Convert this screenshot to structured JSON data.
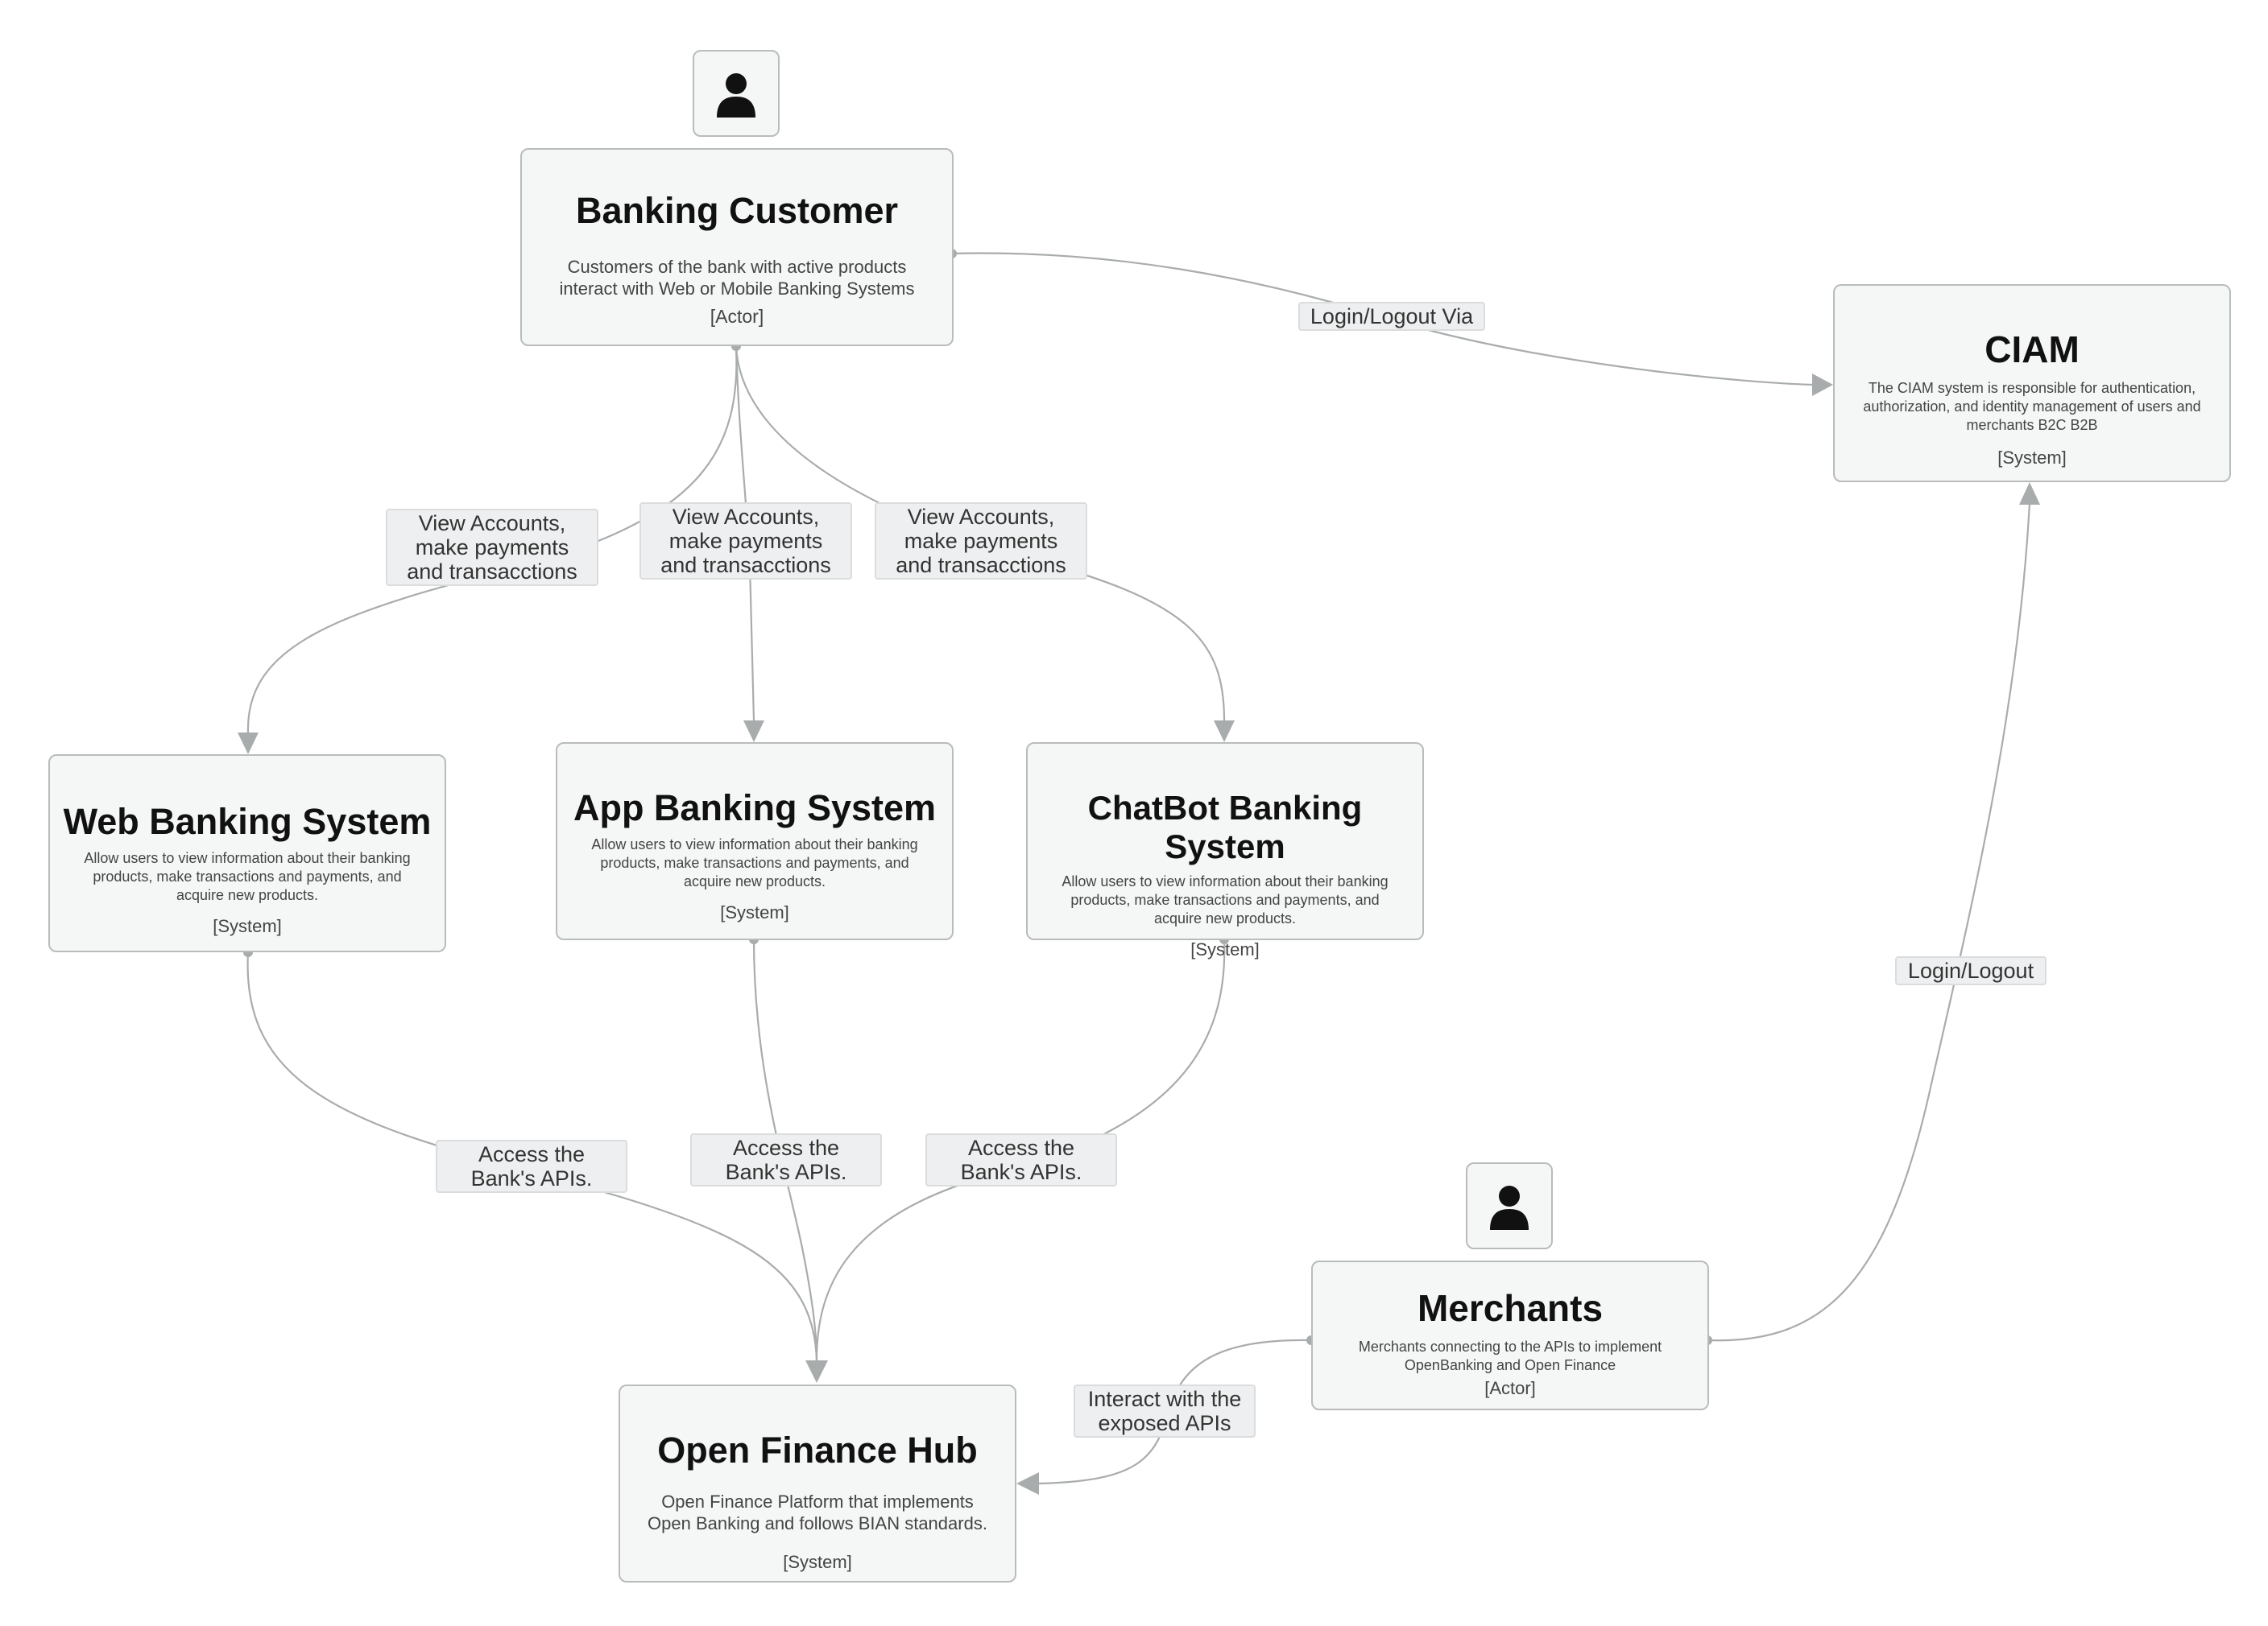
{
  "colors": {
    "node_fill": "#f5f6f6",
    "node_border": "#b9bcbd",
    "edge": "#a9acad",
    "label_fill": "#eeeff0"
  },
  "nodes": {
    "banking_customer": {
      "icon": "person-icon",
      "title": "Banking Customer",
      "desc": "Customers of the bank with active products interact with Web or Mobile Banking Systems",
      "kind": "[Actor]"
    },
    "ciam": {
      "title": "CIAM",
      "desc": "The CIAM system is responsible for authentication, authorization, and identity management of users and merchants B2C B2B",
      "kind": "[System]"
    },
    "web_banking": {
      "title": "Web Banking System",
      "desc": "Allow users to view information about their banking products, make transactions and payments, and acquire new products.",
      "kind": "[System]"
    },
    "app_banking": {
      "title": "App Banking System",
      "desc": "Allow users to view information about their banking products, make transactions and payments, and acquire new products.",
      "kind": "[System]"
    },
    "chatbot_banking": {
      "title": "ChatBot Banking System",
      "desc": "Allow users to view information about their banking products, make transactions and payments, and acquire new products.",
      "kind": "[System]"
    },
    "merchants": {
      "icon": "person-icon",
      "title": "Merchants",
      "desc": "Merchants connecting to the APIs to implement OpenBanking and Open Finance",
      "kind": "[Actor]"
    },
    "open_finance_hub": {
      "title": "Open Finance Hub",
      "desc": "Open Finance Platform that implements Open Banking and follows BIAN standards.",
      "kind": "[System]"
    }
  },
  "edges": [
    {
      "from": "Banking Customer",
      "to": "CIAM",
      "label": "Login/Logout Via"
    },
    {
      "from": "Banking Customer",
      "to": "Web Banking System",
      "label": "View Accounts, make payments and transacctions"
    },
    {
      "from": "Banking Customer",
      "to": "App Banking System",
      "label": "View Accounts, make payments and transacctions"
    },
    {
      "from": "Banking Customer",
      "to": "ChatBot Banking System",
      "label": "View Accounts, make payments and transacctions"
    },
    {
      "from": "Web Banking System",
      "to": "Open Finance Hub",
      "label": "Access the Bank's APIs."
    },
    {
      "from": "App Banking System",
      "to": "Open Finance Hub",
      "label": "Access the Bank's APIs."
    },
    {
      "from": "ChatBot Banking System",
      "to": "Open Finance Hub",
      "label": "Access the Bank's APIs."
    },
    {
      "from": "Merchants",
      "to": "CIAM",
      "label": "Login/Logout"
    },
    {
      "from": "Merchants",
      "to": "Open Finance Hub",
      "label": "Interact with the exposed APIs"
    }
  ]
}
